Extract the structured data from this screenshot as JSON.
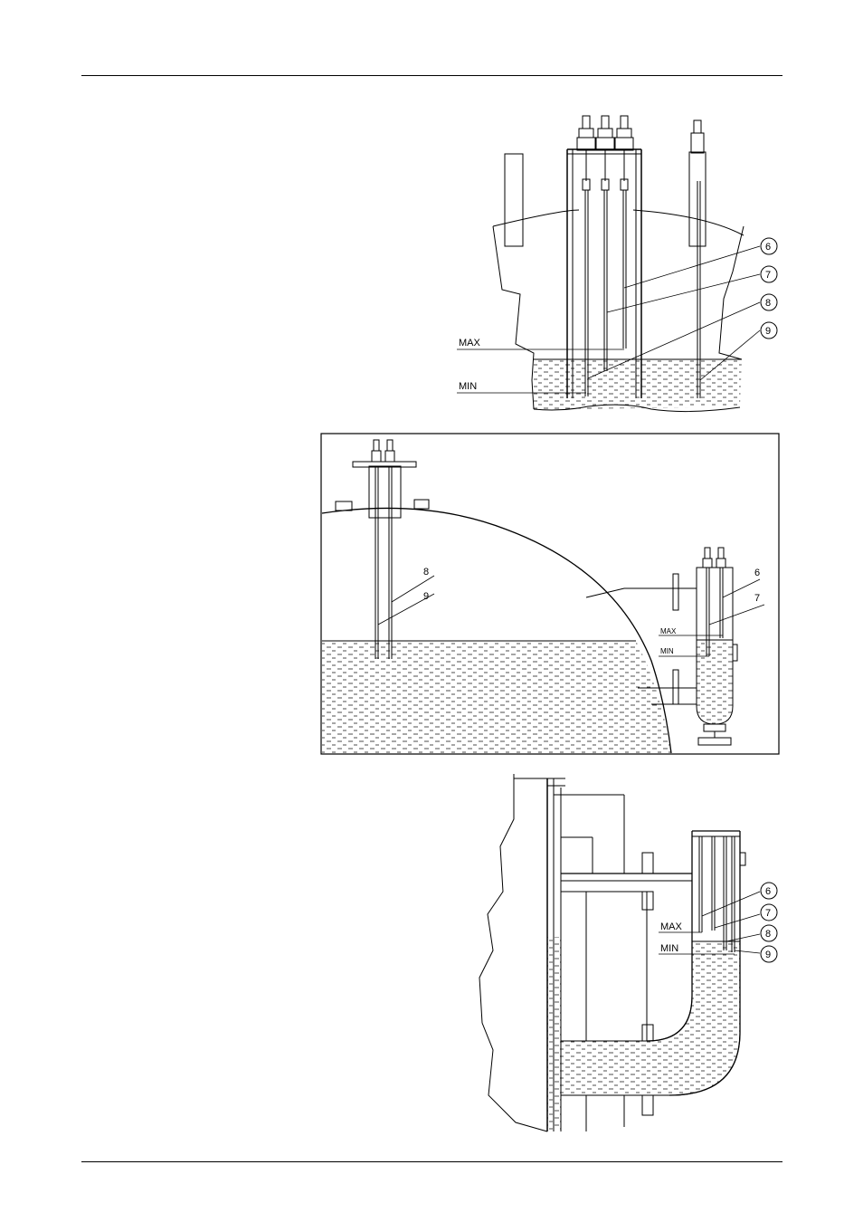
{
  "page": {
    "header_rule": true,
    "footer_rule": true
  },
  "figures": [
    {
      "id": "fig-top",
      "level_labels": {
        "max": "MAX",
        "min": "MIN"
      },
      "callouts": [
        "6",
        "7",
        "8",
        "9"
      ]
    },
    {
      "id": "fig-middle",
      "level_labels": {
        "max": "MAX",
        "min": "MIN"
      },
      "callouts_left": [
        "8",
        "9"
      ],
      "callouts_right": [
        "6",
        "7"
      ]
    },
    {
      "id": "fig-bottom",
      "level_labels": {
        "max": "MAX",
        "min": "MIN"
      },
      "callouts": [
        "6",
        "7",
        "8",
        "9"
      ]
    }
  ]
}
